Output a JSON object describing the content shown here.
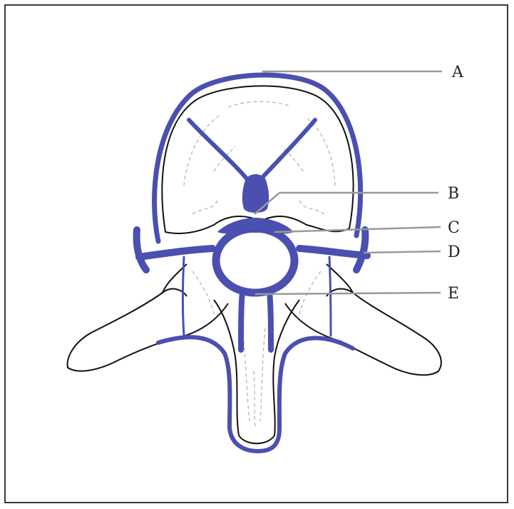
{
  "diagram": {
    "labels": {
      "a": "A",
      "b": "B",
      "c": "C",
      "d": "D",
      "e": "E"
    }
  },
  "colors": {
    "vein": "#4a4fb0",
    "bone_outline": "#111111",
    "leader_line": "#9a9a9a",
    "frame": "#3a3a3a",
    "trabecular": "#b0b0b0"
  }
}
